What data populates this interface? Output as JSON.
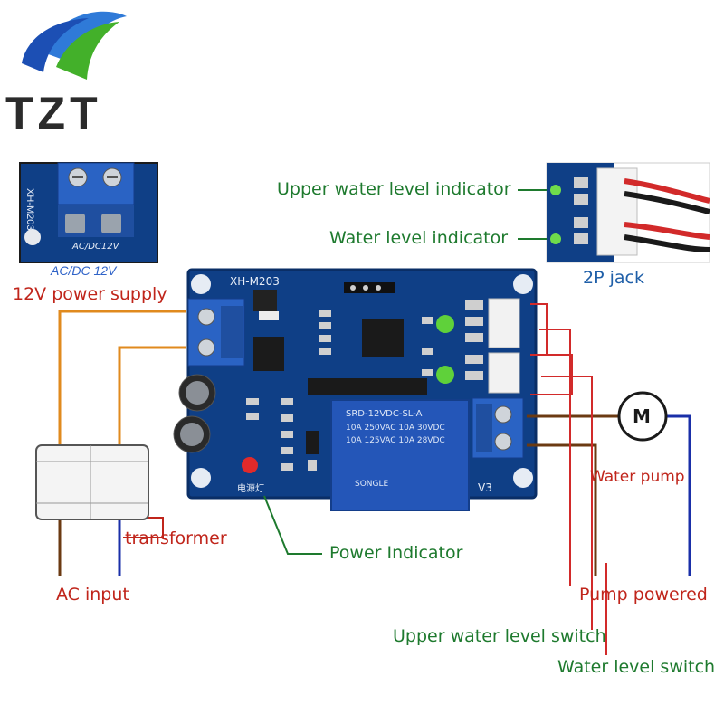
{
  "logo": {
    "text": "TZT"
  },
  "colors": {
    "board": "#0f3f86",
    "board_dark": "#0a2e66",
    "terminal_blue": "#2a63c4",
    "wire_orange": "#e08a1e",
    "wire_brown": "#6b3a12",
    "wire_blue": "#1a2fa8",
    "wire_red": "#d22a2a",
    "leader_green": "#1e7a2e",
    "label_green": "#1e7a2e",
    "label_red": "#c0251b",
    "label_blue": "#1f5fa8"
  },
  "inset_power": {
    "caption": "AC/DC 12V",
    "board_text": "AC/DC12V"
  },
  "board": {
    "model": "XH-M203",
    "relay_text": [
      "SRD-12VDC-SL-A",
      "10A 250VAC  10A 30VDC",
      "10A 125VAC  10A 28VDC",
      "SONGLE"
    ],
    "output_marker": "V3",
    "power_led_text": "电源灯"
  },
  "labels": {
    "power_supply": "12V power supply",
    "transformer": "transformer",
    "ac_input": "AC input",
    "power_indicator": "Power Indicator",
    "upper_indicator": "Upper water level indicator",
    "water_indicator": "Water level indicator",
    "jack": "2P jack",
    "water_pump": "Water pump",
    "pump_powered": "Pump powered",
    "upper_switch": "Upper water level switch",
    "water_switch": "Water level switch",
    "motor": "M"
  },
  "icons": [
    "tzt-logo-icon",
    "motor-icon",
    "transformer-icon",
    "relay-icon",
    "led-icon",
    "terminal-block-icon"
  ]
}
